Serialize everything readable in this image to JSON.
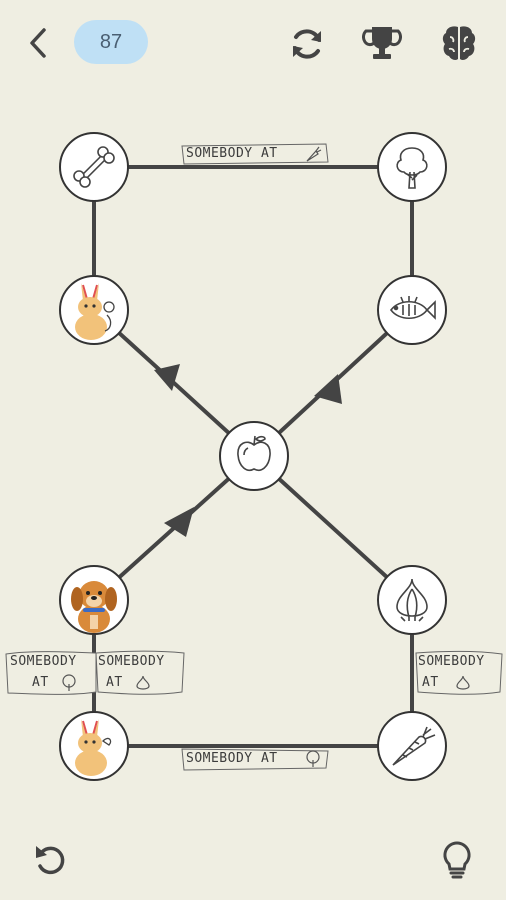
{
  "header": {
    "level_number": "87",
    "icons": [
      "back-arrow-icon",
      "refresh-icon",
      "trophy-icon",
      "brain-icon"
    ]
  },
  "nodes": [
    {
      "id": "bone",
      "icon": "bone-icon"
    },
    {
      "id": "tree",
      "icon": "tree-icon"
    },
    {
      "id": "rabbit-top",
      "icon": "rabbit-icon"
    },
    {
      "id": "fish",
      "icon": "fish-icon"
    },
    {
      "id": "apple",
      "icon": "apple-icon"
    },
    {
      "id": "dog",
      "icon": "dog-icon"
    },
    {
      "id": "garlic",
      "icon": "garlic-icon"
    },
    {
      "id": "rabbit-bottom",
      "icon": "rabbit-icon"
    },
    {
      "id": "carrot",
      "icon": "carrot-icon"
    }
  ],
  "signs": {
    "top_text": "SOMEBODY AT",
    "top_icon": "carrot-icon",
    "left_a_line1": "SOMEBODY",
    "left_a_line2": "AT",
    "left_a_icon": "tree-icon",
    "left_b_line1": "SOMEBODY",
    "left_b_line2": "AT",
    "left_b_icon": "garlic-icon",
    "right_line1": "SOMEBODY",
    "right_line2": "AT",
    "right_icon": "garlic-icon",
    "bottom_text": "SOMEBODY AT",
    "bottom_icon": "tree-icon"
  },
  "footer": {
    "icons": [
      "undo-icon",
      "hint-lightbulb-icon"
    ]
  },
  "colors": {
    "background": "#efeee2",
    "badge": "#bfe0f5",
    "line": "#444444"
  }
}
